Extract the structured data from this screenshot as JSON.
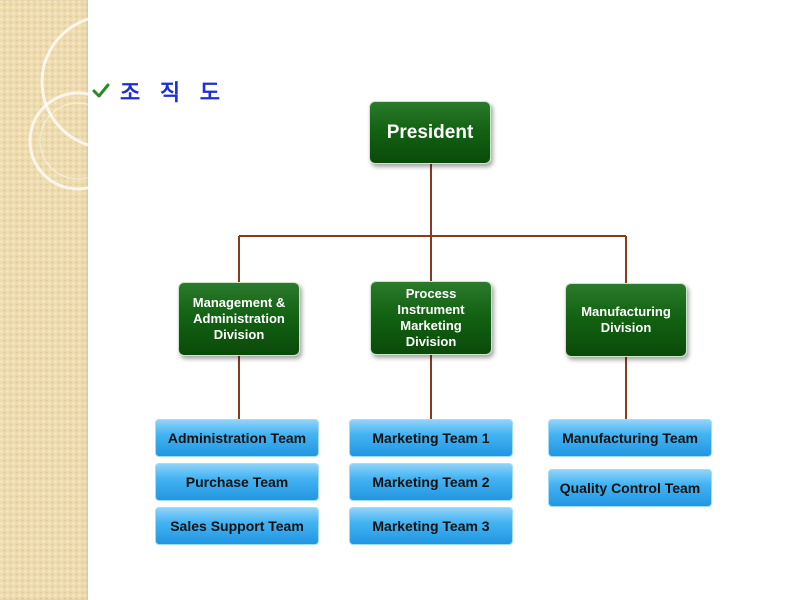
{
  "slide": {
    "title": "조 직 도"
  },
  "org": {
    "president": "President",
    "divisions": [
      {
        "name": "Management & Administration Division",
        "teams": [
          "Administration Team",
          "Purchase Team",
          "Sales Support Team"
        ]
      },
      {
        "name": "Process Instrument Marketing Division",
        "teams": [
          "Marketing Team 1",
          "Marketing Team 2",
          "Marketing Team 3"
        ]
      },
      {
        "name": "Manufacturing Division",
        "teams": [
          "Manufacturing Team",
          "Quality Control Team"
        ]
      }
    ]
  },
  "colors": {
    "title": "#1f2fd0",
    "check": "#2a8a2a",
    "division_fill": "#136313",
    "team_fill": "#43b3f2",
    "connector": "#8b3a1a",
    "sidebar": "#eedcb0"
  }
}
